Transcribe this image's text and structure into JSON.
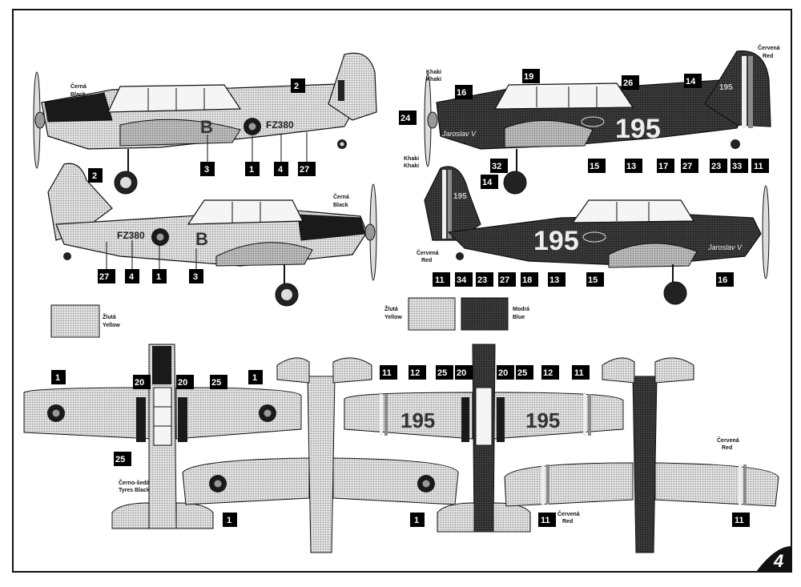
{
  "page_number": "4",
  "color_labels": {
    "black_cz": "Černá",
    "black_en": "Black",
    "khaki_cz": "Khaki",
    "khaki_en": "Khaki",
    "red_cz": "Červená",
    "red_en": "Red",
    "tyres_cz": "Černo-šedá",
    "tyres_en": "Tyres Black"
  },
  "swatches": {
    "left": {
      "cz": "Žlutá",
      "en": "Yellow"
    },
    "mid": {
      "cz": "Žlutá",
      "en": "Yellow"
    },
    "right": {
      "cz": "Modrá",
      "en": "Blue"
    }
  },
  "markings": {
    "uk_code": "FZ380",
    "uk_letter": "B",
    "cz_number": "195",
    "cz_tail_number": "195",
    "cz_script": "Jaroslav V"
  },
  "callouts": {
    "uk_top": [
      "2",
      "3",
      "1",
      "4",
      "27"
    ],
    "uk_bottom": [
      "2",
      "27",
      "4",
      "1",
      "3"
    ],
    "cz_top": [
      "16",
      "19",
      "26",
      "14",
      "24",
      "32",
      "15",
      "13",
      "17",
      "27",
      "23",
      "33",
      "11"
    ],
    "cz_bottom": [
      "14",
      "11",
      "34",
      "23",
      "27",
      "18",
      "13",
      "15",
      "16"
    ],
    "plan_uk": [
      "1",
      "20",
      "20",
      "25",
      "1",
      "25",
      "1",
      "1"
    ],
    "plan_cz": [
      "11",
      "12",
      "25",
      "20",
      "20",
      "25",
      "12",
      "11",
      "11",
      "11"
    ]
  },
  "colors": {
    "yellow": "#cfcfcf",
    "blue": "#3a3a3a",
    "black": "#151515",
    "red": "#8a8a8a"
  }
}
